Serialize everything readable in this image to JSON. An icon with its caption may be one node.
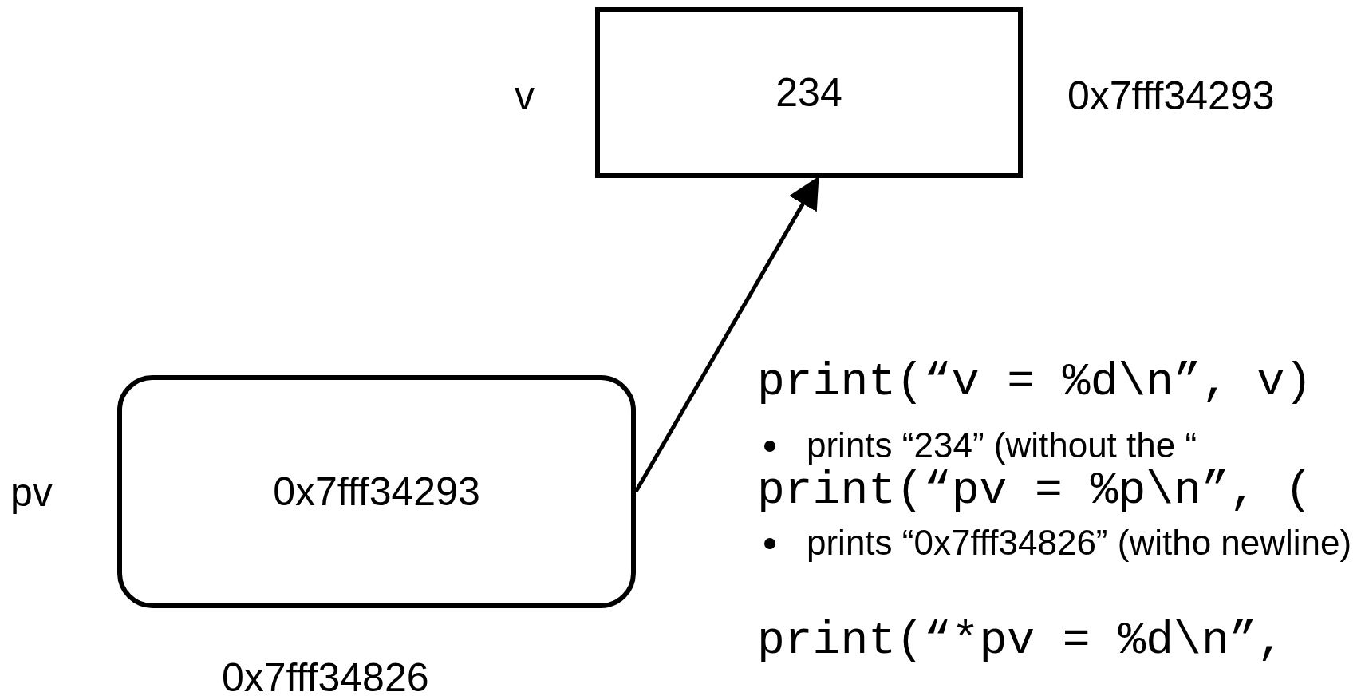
{
  "diagram": {
    "nodes": [
      {
        "text": [
          "234"
        ],
        "beside": [
          "v",
          "0x7fff34293"
        ]
      },
      {
        "text": [
          "0x7fff34293"
        ],
        "beside": [
          "pv",
          "0x7fff34826"
        ]
      }
    ],
    "edges": [
      {
        "from": 1,
        "to": 0,
        "arrow": "to"
      }
    ],
    "labels": [
      "print(“v = %d\\n”, v)",
      "prints “234” (without the “",
      "print(“pv = %p\\n”, (",
      "prints “0x7fff34826” (witho newline)",
      "print(“*pv = %d\\n”,"
    ]
  }
}
